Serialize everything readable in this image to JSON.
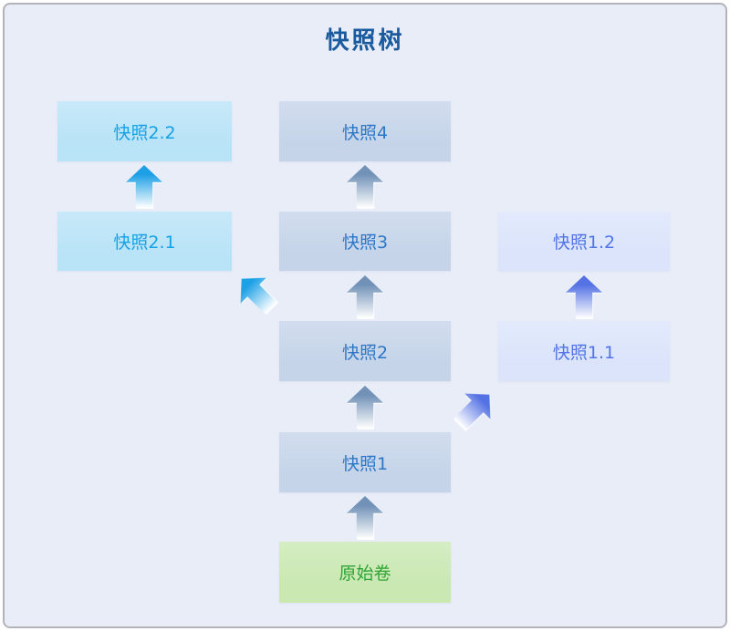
{
  "title": "快照树",
  "nodes": [
    {
      "label": "快照2.2",
      "group": "cyan"
    },
    {
      "label": "快照4",
      "group": "steel"
    },
    {
      "label": "快照2.1",
      "group": "cyan"
    },
    {
      "label": "快照3",
      "group": "steel"
    },
    {
      "label": "快照1.2",
      "group": "violet"
    },
    {
      "label": "快照2",
      "group": "steel"
    },
    {
      "label": "快照1.1",
      "group": "violet"
    },
    {
      "label": "快照1",
      "group": "steel"
    },
    {
      "label": "原始卷",
      "group": "green"
    }
  ],
  "edges": [
    {
      "from": "原始卷",
      "to": "快照1",
      "direction": "up"
    },
    {
      "from": "快照1",
      "to": "快照2",
      "direction": "up"
    },
    {
      "from": "快照2",
      "to": "快照3",
      "direction": "up"
    },
    {
      "from": "快照3",
      "to": "快照4",
      "direction": "up"
    },
    {
      "from": "快照2",
      "to": "快照2.1",
      "direction": "up-left"
    },
    {
      "from": "快照2.1",
      "to": "快照2.2",
      "direction": "up"
    },
    {
      "from": "快照1",
      "to": "快照1.1",
      "direction": "up-right"
    },
    {
      "from": "快照1.1",
      "to": "快照1.2",
      "direction": "up"
    }
  ],
  "colors": {
    "background": "#e8edf8",
    "frame_border": "#b3b3ba",
    "title_text": "#1a5a9e",
    "steel_box_fill": "#c5d4e9",
    "steel_box_text": "#2e77c6",
    "steel_arrow": "#7191b7",
    "cyan_box_fill": "#b9e3f7",
    "cyan_box_text": "#16a2e6",
    "cyan_arrow": "#1da0e6",
    "violet_box_fill": "#dbe4fb",
    "violet_box_text": "#5274e6",
    "violet_arrow": "#5472e4",
    "green_box_fill": "#c9e8b2",
    "green_box_text": "#2ea434"
  }
}
